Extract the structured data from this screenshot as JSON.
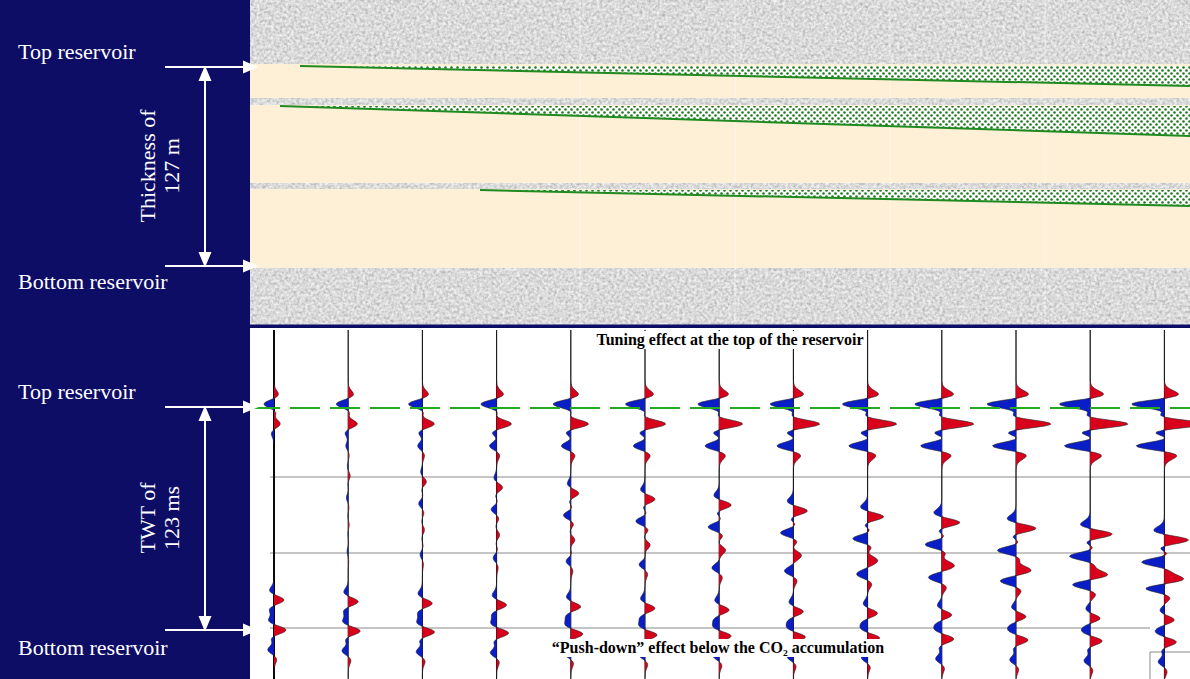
{
  "diagram": {
    "labels": [
      "Top reservoir",
      "Thickness of 127 m",
      "Bottom reservoir",
      "Tuning effect at the top of the reservoir",
      "Top reservoir",
      "TWT of 123 ms",
      "Bottom reservoir",
      "“Push-down” effect below the CO₂ accumulation"
    ]
  }
}
